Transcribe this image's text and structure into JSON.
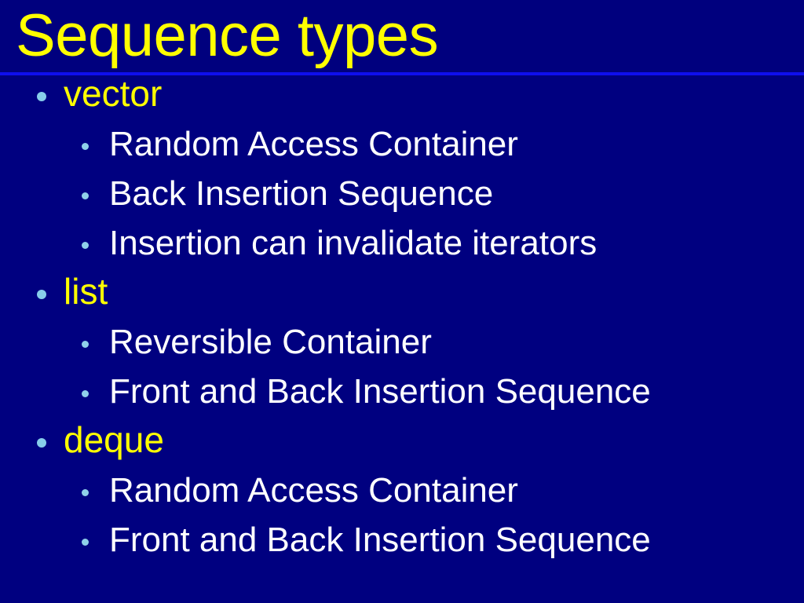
{
  "slide": {
    "title": "Sequence types",
    "colors": {
      "background": "#000080",
      "title_text": "#ffff00",
      "rule": "#0f0fee",
      "level1_text": "#ffff00",
      "level2_text": "#ffffff",
      "bullet": "#87cdea"
    },
    "outline": [
      {
        "level": 1,
        "text": "vector",
        "bullet": "round-bullet-icon"
      },
      {
        "level": 2,
        "text": "Random Access Container",
        "bullet": "round-bullet-icon"
      },
      {
        "level": 2,
        "text": "Back Insertion Sequence",
        "bullet": "round-bullet-icon"
      },
      {
        "level": 2,
        "text": "Insertion can invalidate iterators",
        "bullet": "round-bullet-icon"
      },
      {
        "level": 1,
        "text": "list",
        "bullet": "round-bullet-icon"
      },
      {
        "level": 2,
        "text": "Reversible Container",
        "bullet": "round-bullet-icon"
      },
      {
        "level": 2,
        "text": "Front and Back Insertion Sequence",
        "bullet": "round-bullet-icon"
      },
      {
        "level": 1,
        "text": "deque",
        "bullet": "round-bullet-icon"
      },
      {
        "level": 2,
        "text": "Random Access Container",
        "bullet": "round-bullet-icon"
      },
      {
        "level": 2,
        "text": "Front and Back Insertion Sequence",
        "bullet": "round-bullet-icon"
      }
    ]
  }
}
